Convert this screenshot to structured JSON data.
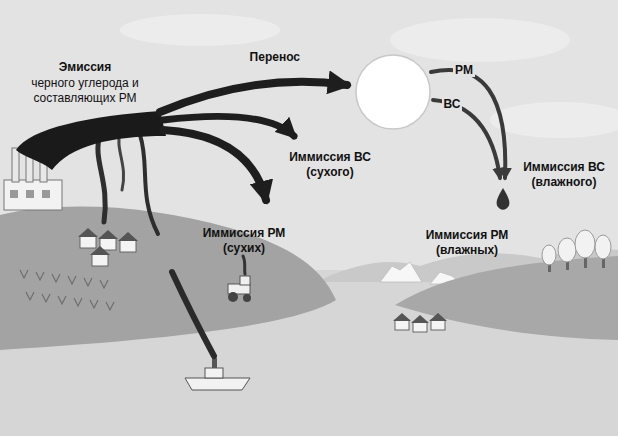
{
  "diagram": {
    "nodes": [
      {
        "text": [
          "Перенос"
        ]
      }
    ],
    "labels": [
      "Эмиссия",
      "черного углерода и составляющих РМ",
      "РМ",
      "ВС",
      "Иммиссия ВС (сухого)",
      "Иммиссия РМ (сухих)",
      "Иммиссия ВС (влажного)",
      "Иммиссия РМ (влажных)"
    ]
  }
}
